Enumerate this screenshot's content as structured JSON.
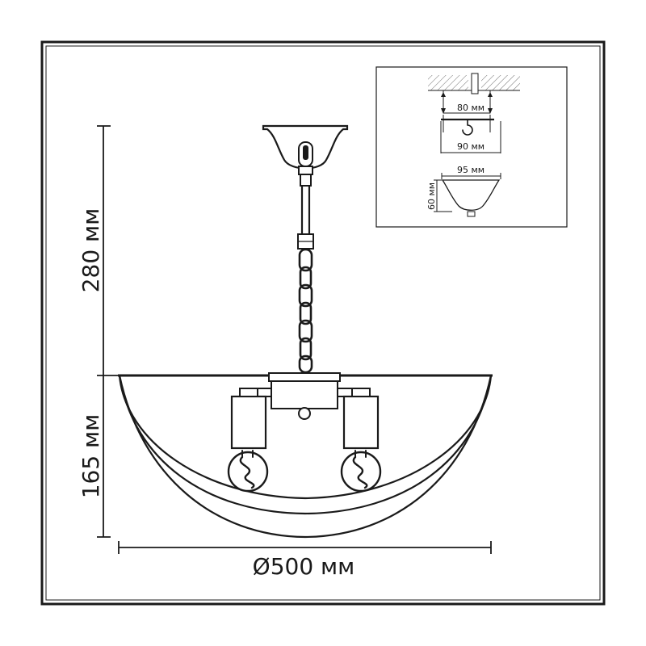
{
  "dimensions": {
    "height_top": "280 мм",
    "height_bottom": "165 мм",
    "diameter": "Ø500 мм"
  },
  "mount_inset": {
    "bracket_spacing": "80 мм",
    "bracket_width": "90 мм",
    "canopy_width": "95 мм",
    "canopy_height": "60 мм"
  },
  "colors": {
    "line": "#1a1a1a",
    "background": "#ffffff",
    "hatch": "#6b6b6b"
  }
}
